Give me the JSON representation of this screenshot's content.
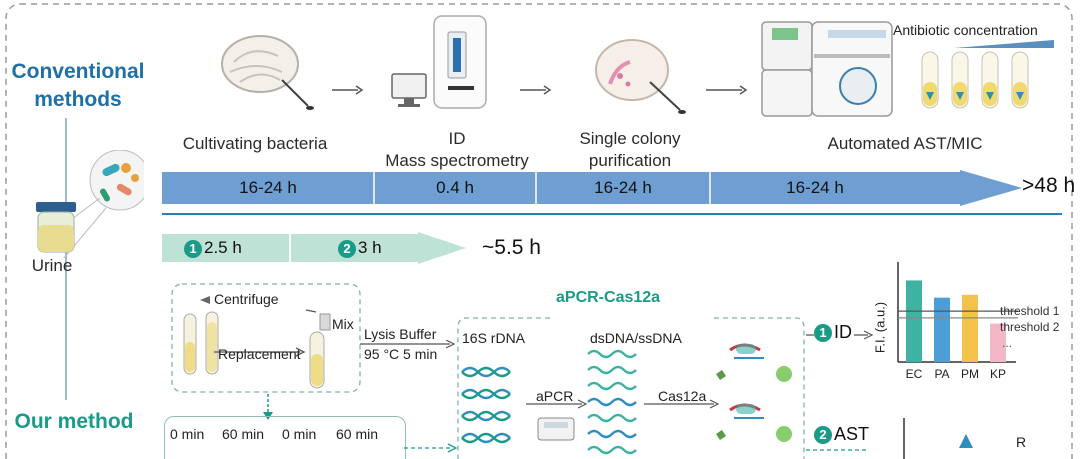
{
  "conventional": {
    "title": "Conventional\nmethods",
    "steps": [
      "Cultivating bacteria",
      "ID\nMass spectrometry",
      "Single colony\npurification",
      "Automated AST/MIC"
    ],
    "times": [
      "16-24 h",
      "0.4 h",
      "16-24 h",
      "16-24 h"
    ],
    "total": ">48 h",
    "antibiotic_label": "Antibiotic concentration"
  },
  "sample": {
    "label": "Urine"
  },
  "ours": {
    "title": "Our method",
    "step1_num": "1",
    "step1_time": "2.5 h",
    "step2_num": "2",
    "step2_time": "3 h",
    "total": "~5.5 h",
    "centrifuge": "Centrifuge",
    "mix": "Mix",
    "replacement": "Replacement",
    "lysis": "Lysis Buffer",
    "lysis_cond": "95 °C 5 min",
    "apcr_title": "aPCR-Cas12a",
    "rdna": "16S rDNA",
    "dsdna": "dsDNA/ssDNA",
    "apcr": "aPCR",
    "cas": "Cas12a",
    "id_num": "1",
    "id_label": "ID",
    "ast_num": "2",
    "ast_label": "AST",
    "timepoints": [
      "0 min",
      "60 min",
      "0 min",
      "60 min"
    ],
    "r_label": "R"
  },
  "chart_data": {
    "type": "bar",
    "categories": [
      "EC",
      "PA",
      "PM",
      "KP"
    ],
    "values": [
      0.85,
      0.67,
      0.7,
      0.4
    ],
    "colors": [
      "#3fb3a3",
      "#4c9fd6",
      "#f2c24c",
      "#f2b8c6"
    ],
    "ylabel": "F.I. (a.u.)",
    "ylim": [
      0,
      1
    ],
    "thresholds": [
      {
        "name": "threshold 1",
        "value": 0.53
      },
      {
        "name": "threshold 2",
        "value": 0.46
      }
    ],
    "threshold_extra": "...",
    "grid": false
  }
}
